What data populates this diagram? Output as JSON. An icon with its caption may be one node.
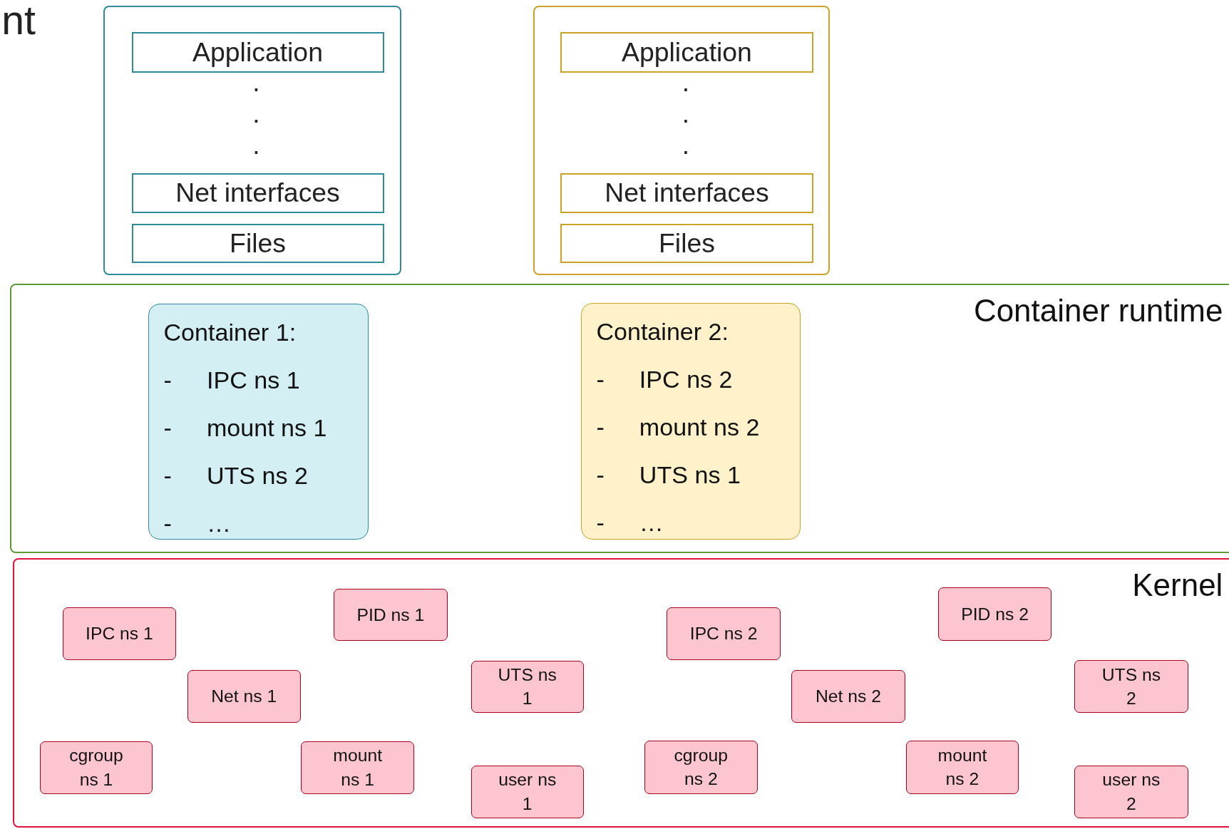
{
  "diagram": {
    "nodes": [
      {
        "text": [],
        "shape": "box"
      },
      {
        "text": [
          "Application"
        ],
        "in": 0
      },
      {
        "text": [
          "Net interfaces"
        ],
        "in": 0
      },
      {
        "text": [
          "Files"
        ],
        "in": 0
      },
      {
        "text": [],
        "shape": "box"
      },
      {
        "text": [
          "Application"
        ],
        "in": 4
      },
      {
        "text": [
          "Net interfaces"
        ],
        "in": 4
      },
      {
        "text": [
          "Files"
        ],
        "in": 4
      },
      {
        "text": [
          "Container runtime"
        ]
      },
      {
        "text": [
          "Container 1:",
          "- IPC ns 1",
          "- mount ns 1",
          "- UTS ns 2",
          "- …"
        ],
        "in": 8
      },
      {
        "text": [
          "Container 2:",
          "- IPC ns 2",
          "- mount ns 2",
          "- UTS ns 1",
          "- …"
        ],
        "in": 8
      },
      {
        "text": [
          "Kernel"
        ]
      },
      {
        "text": [
          "PID ns 1"
        ],
        "in": 11
      },
      {
        "text": [
          "PID ns 2"
        ],
        "in": 11
      },
      {
        "text": [
          "IPC ns 1"
        ],
        "in": 11
      },
      {
        "text": [
          "IPC ns 2"
        ],
        "in": 11
      },
      {
        "text": [
          "UTS ns 1"
        ],
        "in": 11
      },
      {
        "text": [
          "UTS ns 2"
        ],
        "in": 11
      },
      {
        "text": [
          "Net ns 1"
        ],
        "in": 11
      },
      {
        "text": [
          "Net ns 2"
        ],
        "in": 11
      },
      {
        "text": [
          "cgroup ns 1"
        ],
        "in": 11
      },
      {
        "text": [
          "mount ns 1"
        ],
        "in": 11
      },
      {
        "text": [
          "cgroup ns 2"
        ],
        "in": 11
      },
      {
        "text": [
          "mount ns 2"
        ],
        "in": 11
      },
      {
        "text": [
          "user ns 1"
        ],
        "in": 11
      },
      {
        "text": [
          "user ns 2"
        ],
        "in": 11
      }
    ],
    "labels": [
      "nt",
      ".",
      ".",
      ".",
      ".",
      ".",
      "."
    ]
  }
}
